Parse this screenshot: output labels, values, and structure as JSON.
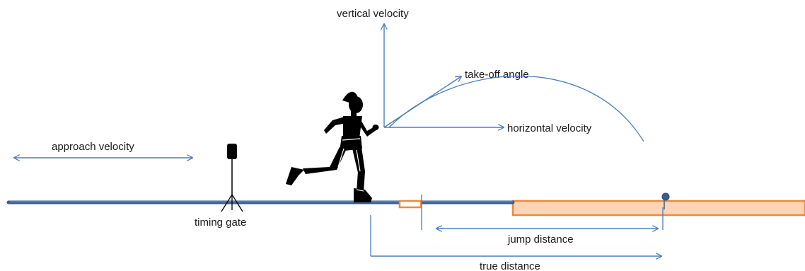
{
  "labels": {
    "vertical_velocity": "vertical velocity",
    "take_off_angle": "take-off angle",
    "horizontal_velocity": "horizontal velocity",
    "approach_velocity": "approach velocity",
    "timing_gate": "timing gate",
    "jump_distance": "jump distance",
    "true_distance": "true distance"
  },
  "colors": {
    "arrow": "#4a7ebb",
    "runway": "#3b5e8c",
    "runway_highlight": "#6f93c2",
    "sand_fill": "#fbd5b5",
    "sand_border": "#f0883e",
    "athlete": "#000000",
    "text": "#1a1a1a"
  },
  "icons": {
    "athlete": "runner-silhouette-icon",
    "timing_gate": "timing-gate-icon",
    "landing_mark": "landing-mark-icon"
  }
}
